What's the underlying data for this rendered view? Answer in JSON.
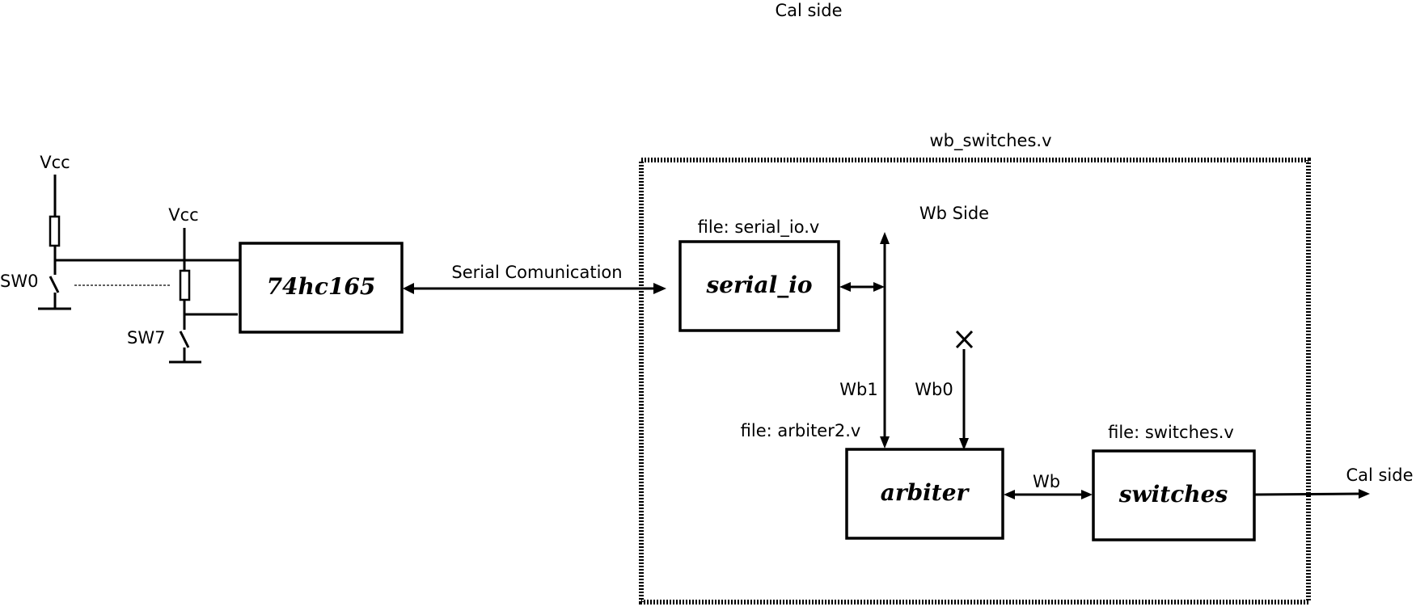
{
  "title": "Cal side",
  "labels": {
    "vcc_left": "Vcc",
    "vcc_right": "Vcc",
    "sw0": "SW0",
    "sw7": "SW7",
    "serial_comm": "Serial Comunication",
    "wb_side": "Wb Side",
    "wb1": "Wb1",
    "wb0": "Wb0",
    "wb": "Wb",
    "cal_side_out": "Cal side"
  },
  "container": {
    "title": "wb_switches.v"
  },
  "blocks": {
    "shift_register": {
      "name": "74hc165"
    },
    "serial_io": {
      "name": "serial_io",
      "file": "file: serial_io.v"
    },
    "arbiter": {
      "name": "arbiter",
      "file": "file: arbiter2.v"
    },
    "switches": {
      "name": "switches",
      "file": "file: switches.v"
    }
  },
  "colors": {
    "stroke": "#000000",
    "background": "#ffffff"
  }
}
